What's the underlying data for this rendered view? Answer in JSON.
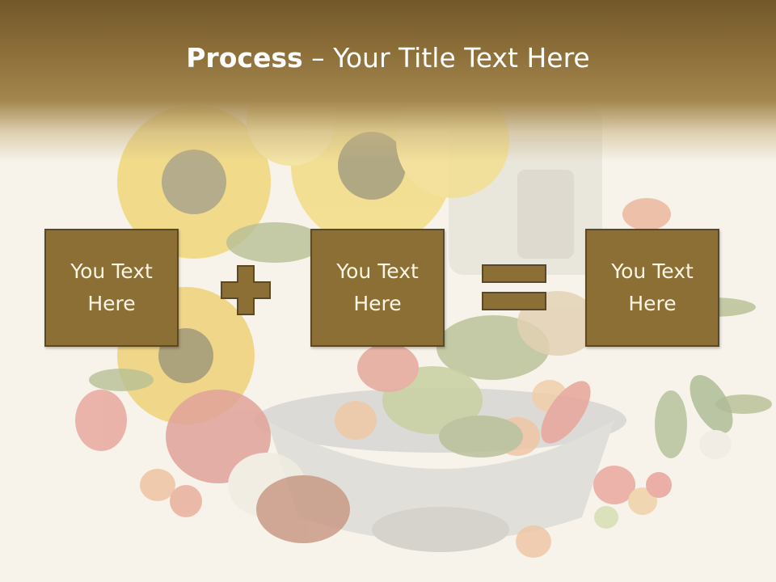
{
  "slide": {
    "title_bold": "Process",
    "title_rest": " – Your Title Text Here",
    "boxes": [
      {
        "text": "You Text\nHere"
      },
      {
        "text": "You Text\nHere"
      },
      {
        "text": "You Text\nHere"
      }
    ],
    "operators": [
      "plus-icon",
      "equals-icon"
    ]
  },
  "colors": {
    "header": "#8b6d38",
    "box_fill": "#8c6f35",
    "box_border": "#5c4824",
    "box_text": "#fdf6e4",
    "background": "#f7f3ea"
  }
}
